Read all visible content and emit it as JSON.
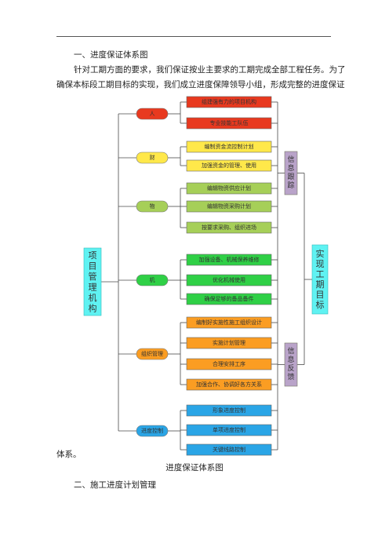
{
  "doc": {
    "heading1": "一、进度保证体系图",
    "para_line1": "针对工期方面的要求，我们保证按业主要求的工期完成全部工程任务。为了",
    "para_line2": "确保本标段工期目标的实现，我们成立进度保障领导小组，形成完整的进度保证",
    "para_end": "体系。",
    "caption": "进度保证体系图",
    "heading2": "二、施工进度计划管理"
  },
  "diagram": {
    "root": "项目管理机构",
    "target": "实现工期目标",
    "info_track": "信息跟踪",
    "info_feedback": "信息反馈",
    "categories": [
      {
        "label": "人",
        "color": "#e8391f",
        "items": [
          {
            "text": "组建强有力的项目机构",
            "color": "#e8391f"
          },
          {
            "text": "专业技能工队伍",
            "color": "#e8391f"
          }
        ]
      },
      {
        "label": "财",
        "color": "#ffe84a",
        "items": [
          {
            "text": "编制资金流控制计划",
            "color": "#ffe84a"
          },
          {
            "text": "加强资金的管理、使用",
            "color": "#ffe84a"
          }
        ]
      },
      {
        "label": "物",
        "color": "#a6cf58",
        "items": [
          {
            "text": "编辑物资供应计划",
            "color": "#a6cf58"
          },
          {
            "text": "编辑物资采购计划",
            "color": "#a6cf58"
          },
          {
            "text": "按要求采购、组织进场",
            "color": "#a6cf58"
          }
        ]
      },
      {
        "label": "机",
        "color": "#2fd046",
        "items": [
          {
            "text": "加强设备、机械保养维修",
            "color": "#2fd046"
          },
          {
            "text": "优化机械使用",
            "color": "#2fd046"
          },
          {
            "text": "确保足够的备品备件",
            "color": "#2fd046"
          }
        ]
      },
      {
        "label": "组织管理",
        "color": "#fb9d22",
        "items": [
          {
            "text": "编制好实施性施工组织设计",
            "color": "#fb9d22"
          },
          {
            "text": "实施计划管理",
            "color": "#fb9d22"
          },
          {
            "text": "合理安排工序",
            "color": "#fb9d22"
          },
          {
            "text": "加强合作、协调好各方关系",
            "color": "#fb9d22"
          }
        ]
      },
      {
        "label": "进度控制",
        "color": "#2aa5e6",
        "items": [
          {
            "text": "形象进度控制",
            "color": "#2aa5e6"
          },
          {
            "text": "单项进度控制",
            "color": "#2aa5e6"
          },
          {
            "text": "关键线路控制",
            "color": "#2aa5e6"
          }
        ]
      }
    ]
  }
}
